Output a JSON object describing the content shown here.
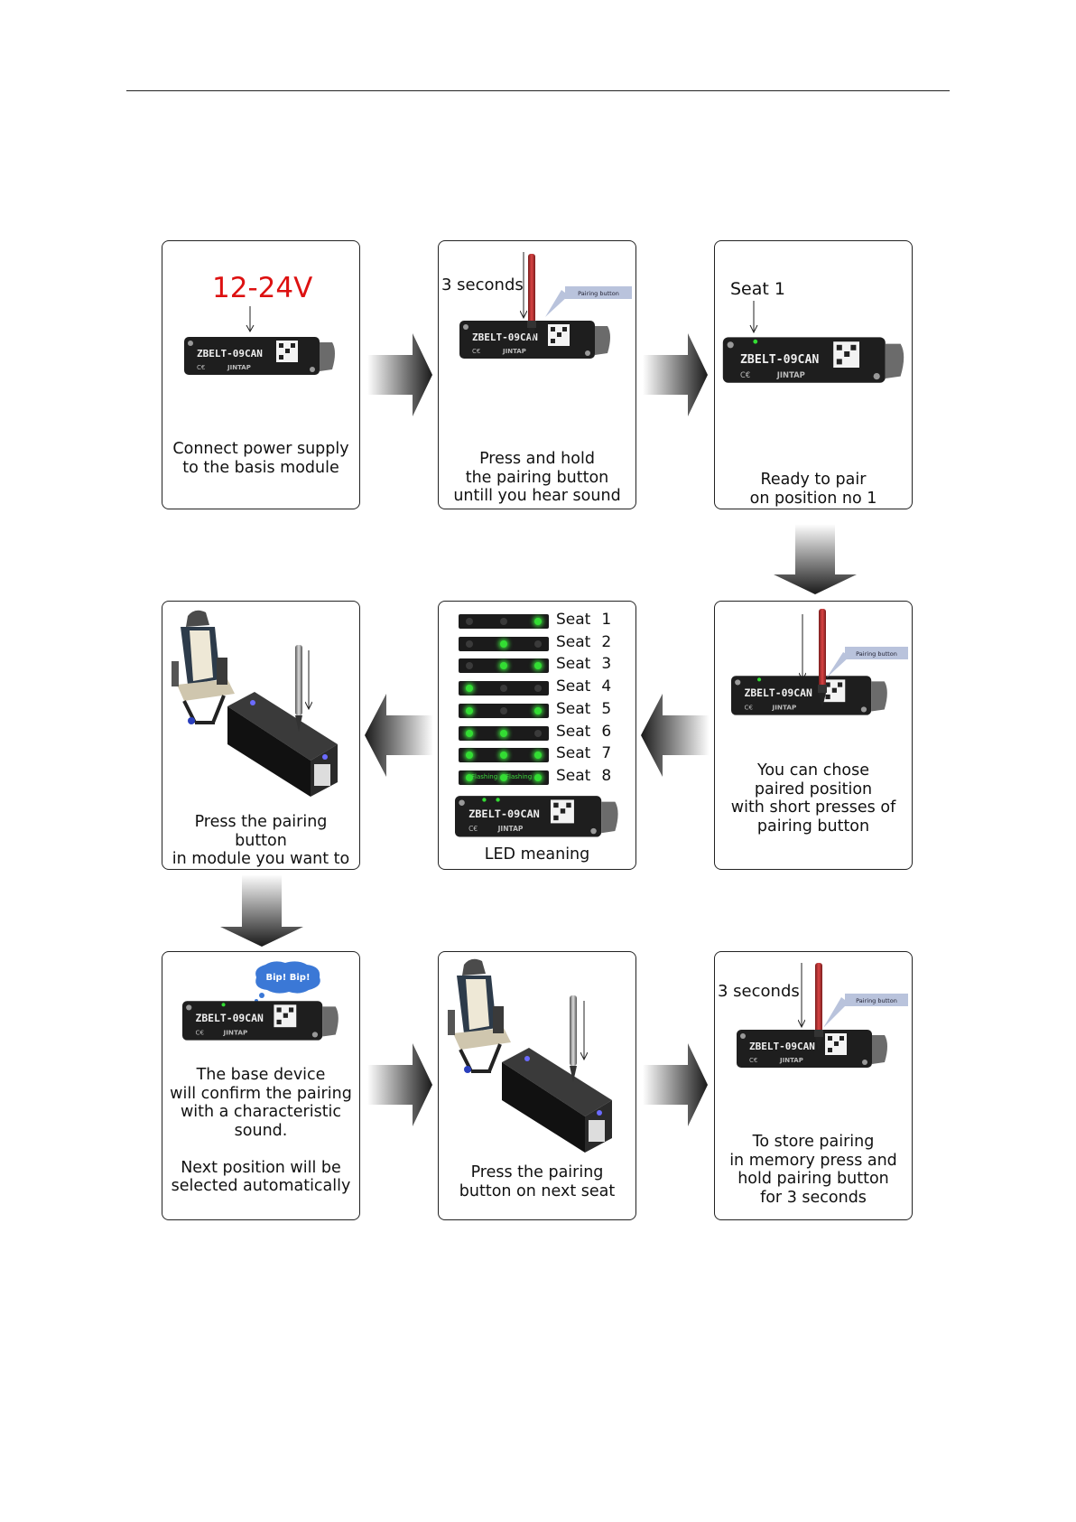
{
  "panels": {
    "p1": {
      "caption": "Connect power supply\nto the basis module",
      "voltage": "12-24V",
      "device_label": "ZBELT-09CAN"
    },
    "p2": {
      "caption": "Press and hold\nthe pairing button\nuntill you hear sound",
      "duration": "3 seconds",
      "tag": "Pairing button",
      "device_label": "ZBELT-09CAN"
    },
    "p3": {
      "caption": "Ready to pair\non position no 1",
      "seat": "Seat 1",
      "device_label": "ZBELT-09CAN"
    },
    "p4": {
      "caption": "You can chose\npaired position\nwith short presses of\npairing button",
      "tag": "Pairing button",
      "device_label": "ZBELT-09CAN"
    },
    "p5": {
      "caption": "LED meaning",
      "device_label": "ZBELT-09CAN",
      "flashing": "Flashing",
      "seats": [
        {
          "word": "Seat",
          "num": "1",
          "leds": [
            0,
            0,
            1
          ]
        },
        {
          "word": "Seat",
          "num": "2",
          "leds": [
            0,
            1,
            0
          ]
        },
        {
          "word": "Seat",
          "num": "3",
          "leds": [
            0,
            1,
            1
          ]
        },
        {
          "word": "Seat",
          "num": "4",
          "leds": [
            1,
            0,
            0
          ]
        },
        {
          "word": "Seat",
          "num": "5",
          "leds": [
            1,
            0,
            1
          ]
        },
        {
          "word": "Seat",
          "num": "6",
          "leds": [
            1,
            1,
            0
          ]
        },
        {
          "word": "Seat",
          "num": "7",
          "leds": [
            1,
            1,
            1
          ]
        },
        {
          "word": "Seat",
          "num": "8",
          "leds": [
            1,
            1,
            1
          ]
        }
      ]
    },
    "p6": {
      "caption": "Press the pairing button\nin module you want to\npair"
    },
    "p7": {
      "caption": "The base device\nwill confirm the pairing\nwith a characteristic\nsound.\n\nNext position will be\nselected automatically",
      "bubble": "Bip! Bip!",
      "device_label": "ZBELT-09CAN"
    },
    "p8": {
      "caption": "Press the pairing\nbutton on next seat"
    },
    "p9": {
      "caption": "To store pairing\nin memory press and\nhold pairing button\nfor 3 seconds",
      "duration": "3 seconds",
      "tag": "Pairing button",
      "device_label": "ZBELT-09CAN"
    }
  },
  "colors": {
    "voltage": "#dd1111",
    "led_on": "#33dd33",
    "device_body": "#1e1e1e",
    "tag_bg": "#b9c3dc"
  },
  "icons": [
    "module-device-icon",
    "pen-icon",
    "seat-icon",
    "seat-module-icon",
    "speech-bubble-icon",
    "flow-arrow-icon"
  ]
}
